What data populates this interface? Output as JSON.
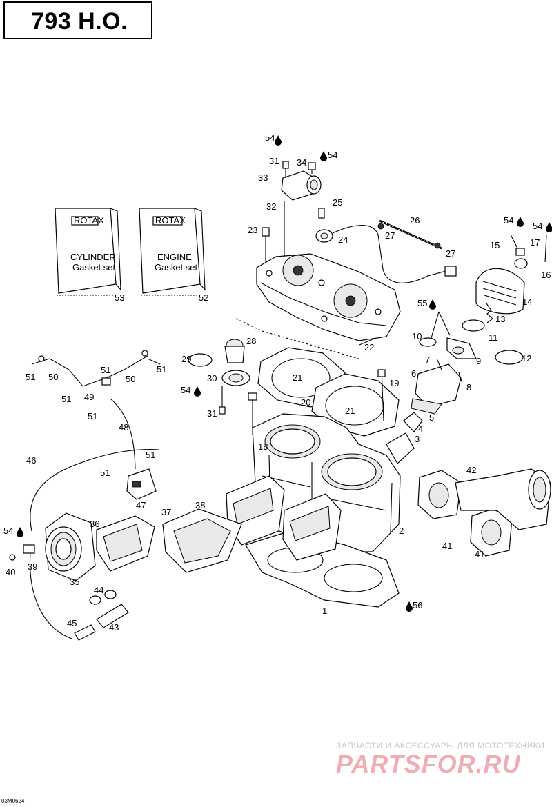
{
  "header": {
    "title": "793 H.O."
  },
  "gasket_kits": [
    {
      "brand": "ROTAX",
      "line1": "CYLINDER",
      "line2": "Gasket set",
      "ref": "53"
    },
    {
      "brand": "ROTAX",
      "line1": "ENGINE",
      "line2": "Gasket set",
      "ref": "52"
    }
  ],
  "callouts": [
    "1",
    "2",
    "3",
    "4",
    "5",
    "6",
    "7",
    "8",
    "9",
    "10",
    "11",
    "12",
    "13",
    "14",
    "15",
    "16",
    "17",
    "18",
    "19",
    "20",
    "21",
    "21",
    "22",
    "23",
    "24",
    "25",
    "26",
    "27",
    "27",
    "28",
    "29",
    "30",
    "31",
    "31",
    "32",
    "33",
    "34",
    "35",
    "36",
    "37",
    "38",
    "39",
    "40",
    "41",
    "41",
    "42",
    "43",
    "44",
    "45",
    "46",
    "47",
    "48",
    "49",
    "50",
    "50",
    "51",
    "51",
    "51",
    "51",
    "51",
    "51",
    "51",
    "54",
    "54",
    "54",
    "54",
    "54",
    "55",
    "56"
  ],
  "watermark": {
    "text": "ЗАПЧАСТИ И АКСЕССУАРЫ ДЛЯ МОТОТЕХНИКИ",
    "logo": "PARTSFOR.RU"
  },
  "drawing_code": "03M0624"
}
